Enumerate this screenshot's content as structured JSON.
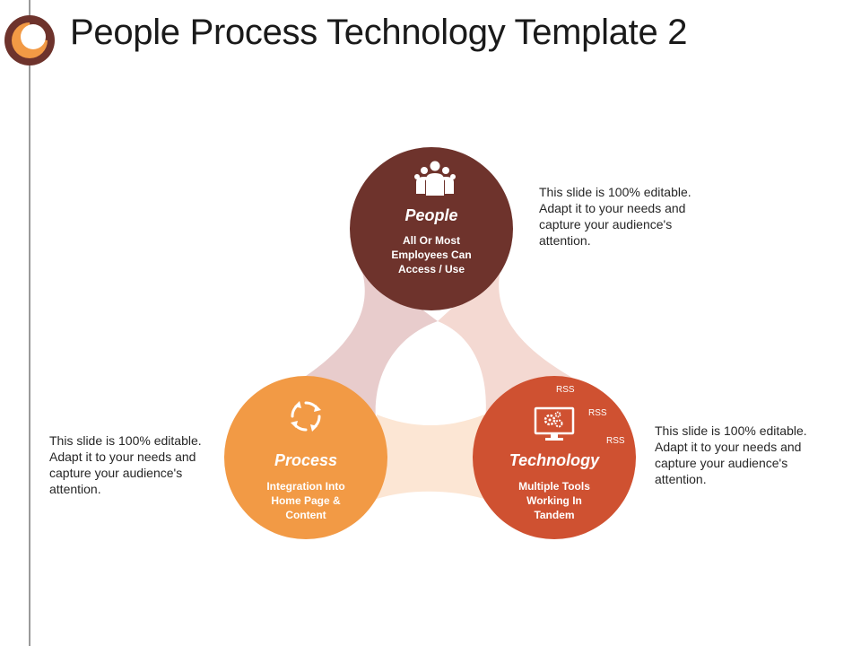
{
  "slide": {
    "title": "People Process Technology Template 2"
  },
  "nodes": {
    "people": {
      "title": "People",
      "subtitle": "All Or Most Employees Can Access  / Use",
      "icon": "people-group-icon",
      "color": "#6e332c"
    },
    "process": {
      "title": "Process",
      "subtitle": "Integration Into Home Page & Content",
      "icon": "cycle-arrows-icon",
      "color": "#f29a45"
    },
    "technology": {
      "title": "Technology",
      "subtitle": "Multiple Tools Working In Tandem",
      "icon": "monitor-gears-icon",
      "color": "#cf5131",
      "rss_labels": [
        "RSS",
        "RSS",
        "RSS"
      ]
    }
  },
  "notes": {
    "people": "This slide is 100% editable. Adapt it to your needs and capture your audience's attention.",
    "process": "This slide is 100% editable. Adapt it to your needs and capture your audience's attention.",
    "technology": "This slide is 100% editable. Adapt it to your needs and capture your audience's attention."
  },
  "colors": {
    "connector_people_process": "#e8cccc",
    "connector_people_technology": "#f4d9d2",
    "connector_process_technology": "#fce6d4",
    "divider": "#9a9a9a",
    "logo_brown": "#6e332c",
    "logo_orange": "#f29a45"
  }
}
